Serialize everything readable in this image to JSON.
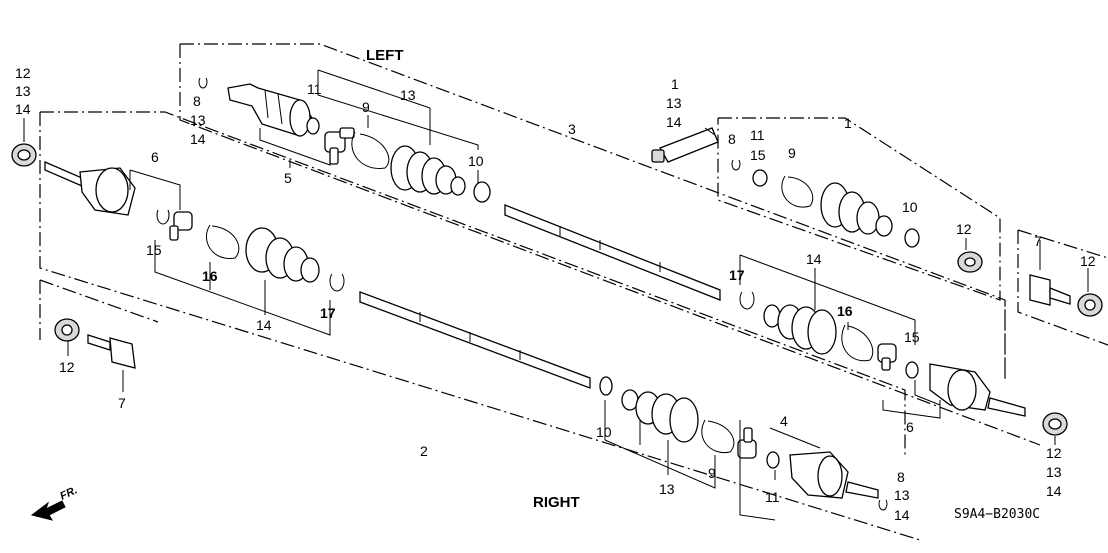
{
  "labels": {
    "left": "LEFT",
    "right": "RIGHT",
    "diagram_code": "S9A4−B2030C",
    "front_arrow": "FR."
  },
  "callouts": {
    "c_12_13_14_tl": [
      "12",
      "13",
      "14"
    ],
    "c_6_left": "6",
    "c_15_left": "15",
    "c_16_left": "16",
    "c_14_left": "14",
    "c_17_left": "17",
    "c_12_bl": "12",
    "c_7_bl": "7",
    "c_8_13_14_top": [
      "8",
      "13",
      "14"
    ],
    "c_11_top": "11",
    "c_9_top": "9",
    "c_13_top": "13",
    "c_10_top": "10",
    "c_5": "5",
    "c_3": "3",
    "c_1_13_14_grease": [
      "1",
      "13",
      "14"
    ],
    "c_1": "1",
    "c_8_right_box": "8",
    "c_11_right_box": "11",
    "c_15_right_box": "15",
    "c_9_right_box": "9",
    "c_10_right_box": "10",
    "c_12_right_box": "12",
    "c_7_tr": "7",
    "c_12_tr": "12",
    "c_17_right": "17",
    "c_14_right": "14",
    "c_16_right": "16",
    "c_15_right": "15",
    "c_6_right": "6",
    "c_12_13_14_br": [
      "12",
      "13",
      "14"
    ],
    "c_2": "2",
    "c_10_bottom": "10",
    "c_13_bottom": "13",
    "c_9_bottom": "9",
    "c_4": "4",
    "c_11_bottom": "11",
    "c_8_13_14_bottom": [
      "8",
      "13",
      "14"
    ]
  }
}
